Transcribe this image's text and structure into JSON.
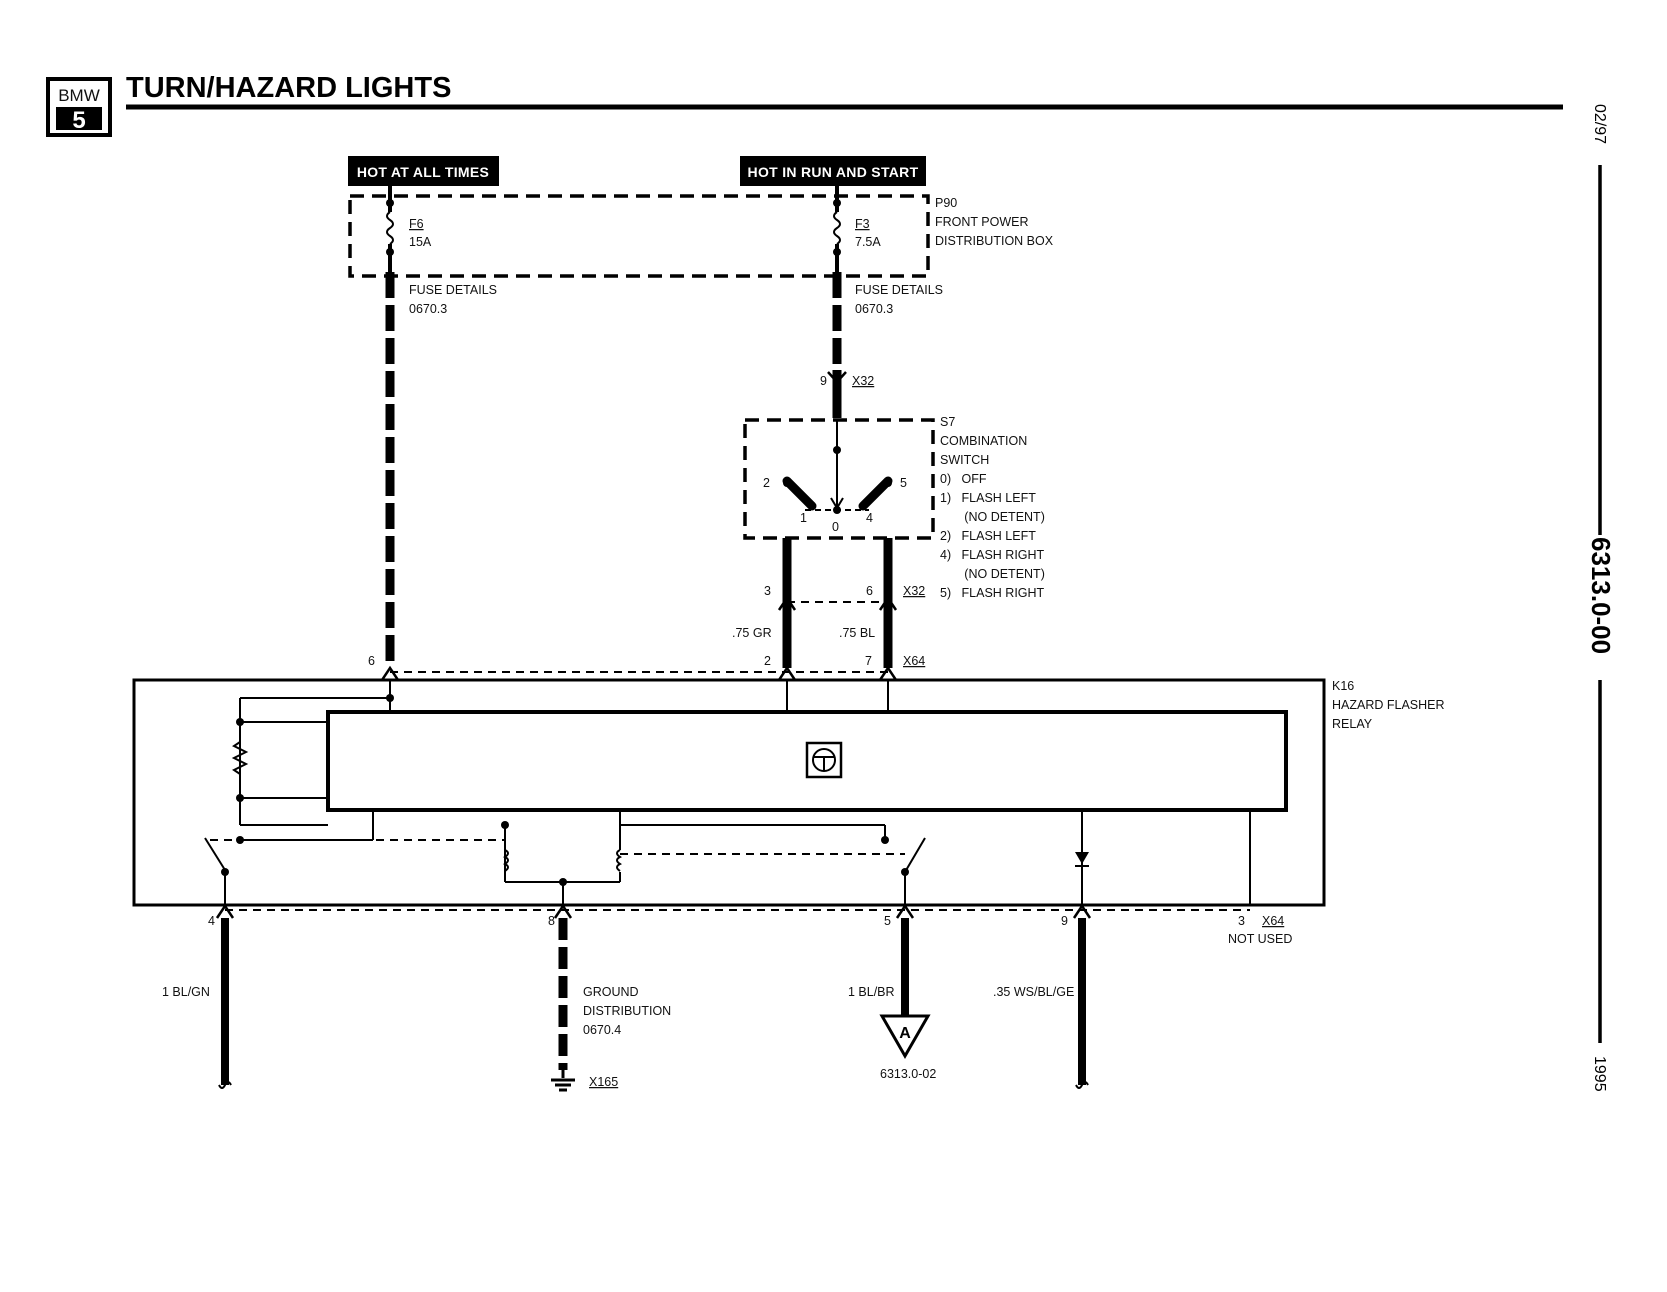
{
  "header": {
    "logo_top": "BMW",
    "logo_bottom": "5",
    "title": "TURN/HAZARD LIGHTS"
  },
  "side": {
    "date": "02/97",
    "page_code": "6313.0-00",
    "year": "1995"
  },
  "power": {
    "hot_at_all_times": "HOT AT ALL TIMES",
    "hot_in_run_and_start": "HOT IN RUN AND START",
    "p90_id": "P90",
    "p90_name_1": "FRONT POWER",
    "p90_name_2": "DISTRIBUTION BOX",
    "f6_id": "F6",
    "f6_rating": "15A",
    "f3_id": "F3",
    "f3_rating": "7.5A",
    "fuse_details_1": "FUSE DETAILS",
    "fuse_details_1_ref": "0670.3",
    "fuse_details_2": "FUSE DETAILS",
    "fuse_details_2_ref": "0670.3"
  },
  "connectors": {
    "x32_top_pin": "9",
    "x32_top_id": "X32",
    "x32_pin_3": "3",
    "x32_pin_6": "6",
    "x32_mid_id": "X32",
    "x64_pin_6": "6",
    "x64_pin_2": "2",
    "x64_pin_7": "7",
    "x64_top_id": "X64",
    "x64_pin_4": "4",
    "x64_pin_8": "8",
    "x64_pin_5": "5",
    "x64_pin_9": "9",
    "x64_pin_3": "3",
    "x64_bottom_id": "X64",
    "not_used": "NOT USED"
  },
  "switch": {
    "id": "S7",
    "name_1": "COMBINATION",
    "name_2": "SWITCH",
    "positions": [
      "0)   OFF",
      "1)   FLASH LEFT",
      "       (NO DETENT)",
      "2)   FLASH LEFT",
      "4)   FLASH RIGHT",
      "       (NO DETENT)",
      "5)   FLASH RIGHT"
    ],
    "contact_2": "2",
    "contact_5": "5",
    "contact_1": "1",
    "contact_0": "0",
    "contact_4": "4"
  },
  "wires": {
    "w1": ".75 GR",
    "w2": ".75 BL",
    "w3": "1 BL/GN",
    "w4": "1 BL/BR",
    "w5": ".35 WS/BL/GE"
  },
  "relay": {
    "id": "K16",
    "name_1": "HAZARD FLASHER",
    "name_2": "RELAY"
  },
  "ground": {
    "label_1": "GROUND",
    "label_2": "DISTRIBUTION",
    "ref": "0670.4",
    "id": "X165"
  },
  "reference": {
    "marker": "A",
    "page": "6313.0-02"
  }
}
